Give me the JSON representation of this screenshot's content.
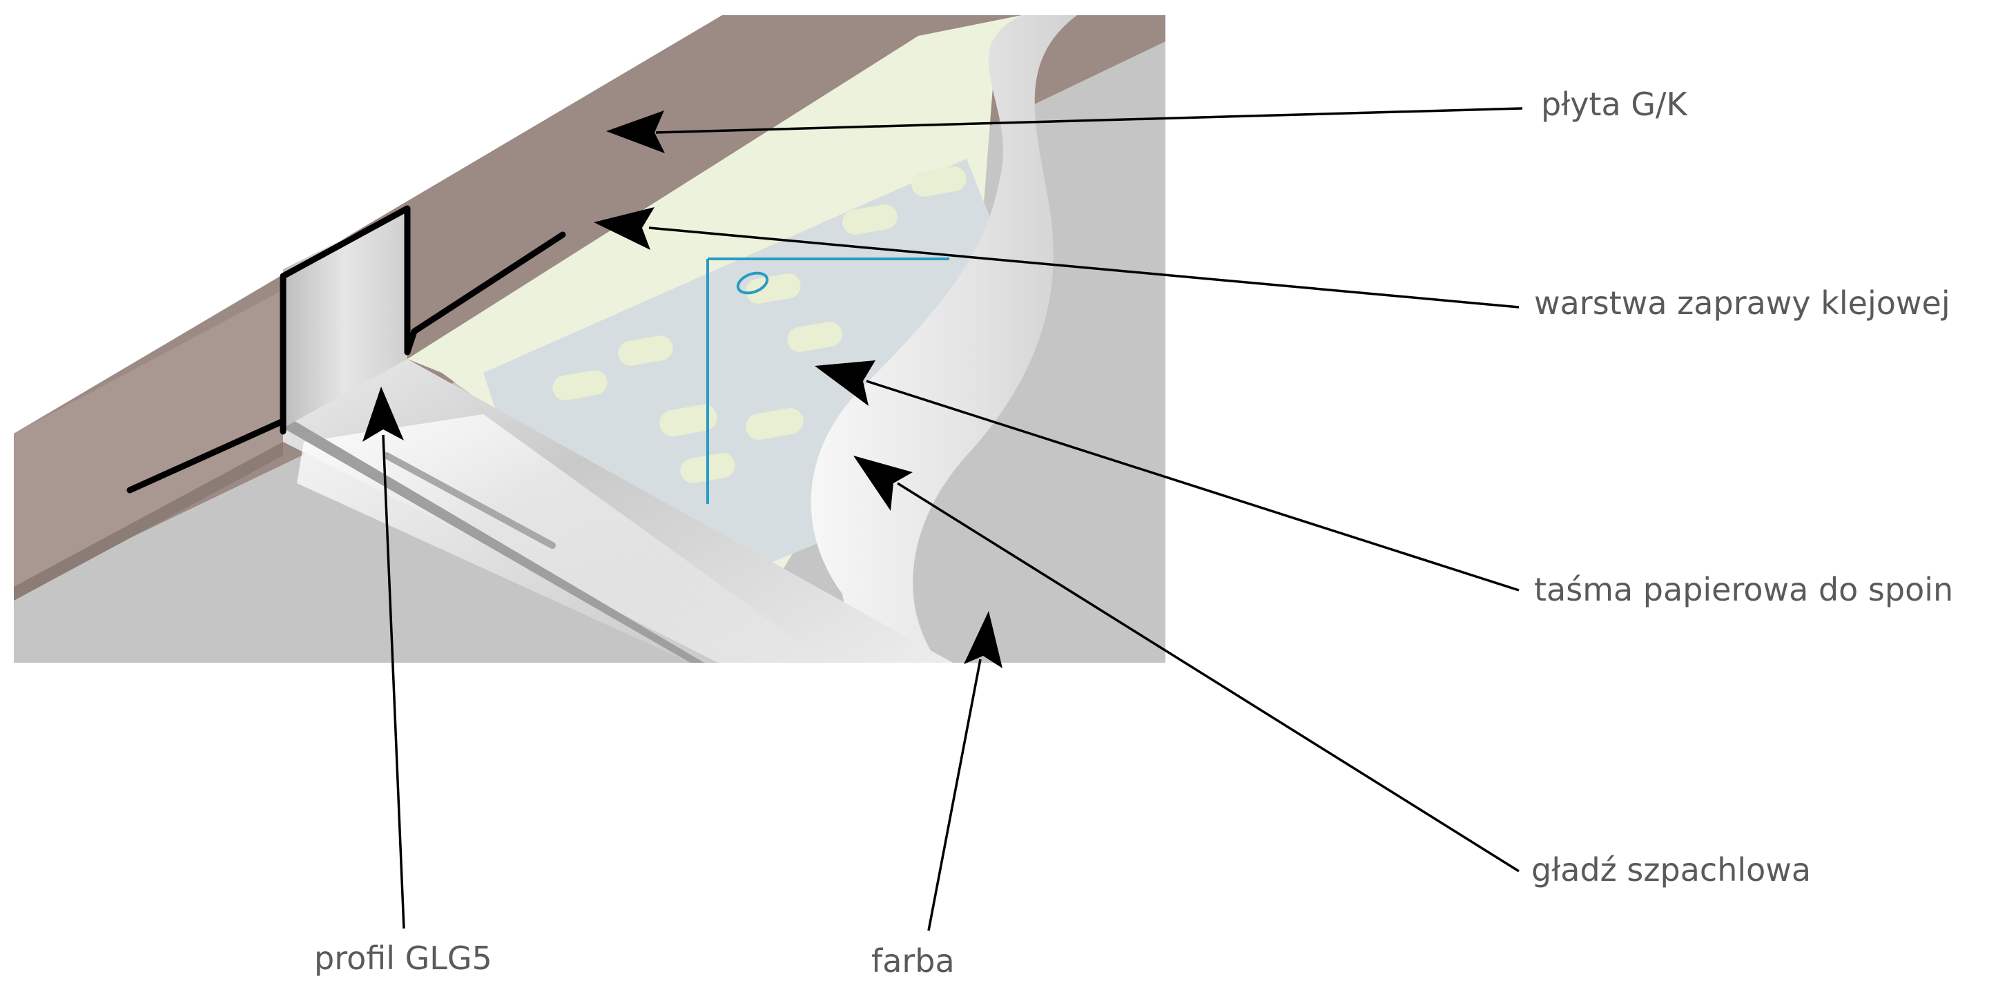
{
  "diagram": {
    "labels": {
      "plyta": "płyta G/K",
      "zaprawa": "warstwa zaprawy klejowej",
      "tasma": "taśma papierowa do spoin",
      "gladz": "gładź szpachlowa",
      "profil": "profil GLG5",
      "farba": "farba"
    },
    "colors": {
      "board": "#9b8b84",
      "board_edge": "#b3a4a0",
      "ceiling_grey": "#c5c5c5",
      "adhesive": "#edf2dc",
      "tape": "#d6dde0",
      "putty": "#eaeaea",
      "profile_metal": "#d8d8d8",
      "dimension_mark": "#2a9bc4",
      "leader_line": "#000000",
      "label_text": "#5a5a5a"
    }
  }
}
